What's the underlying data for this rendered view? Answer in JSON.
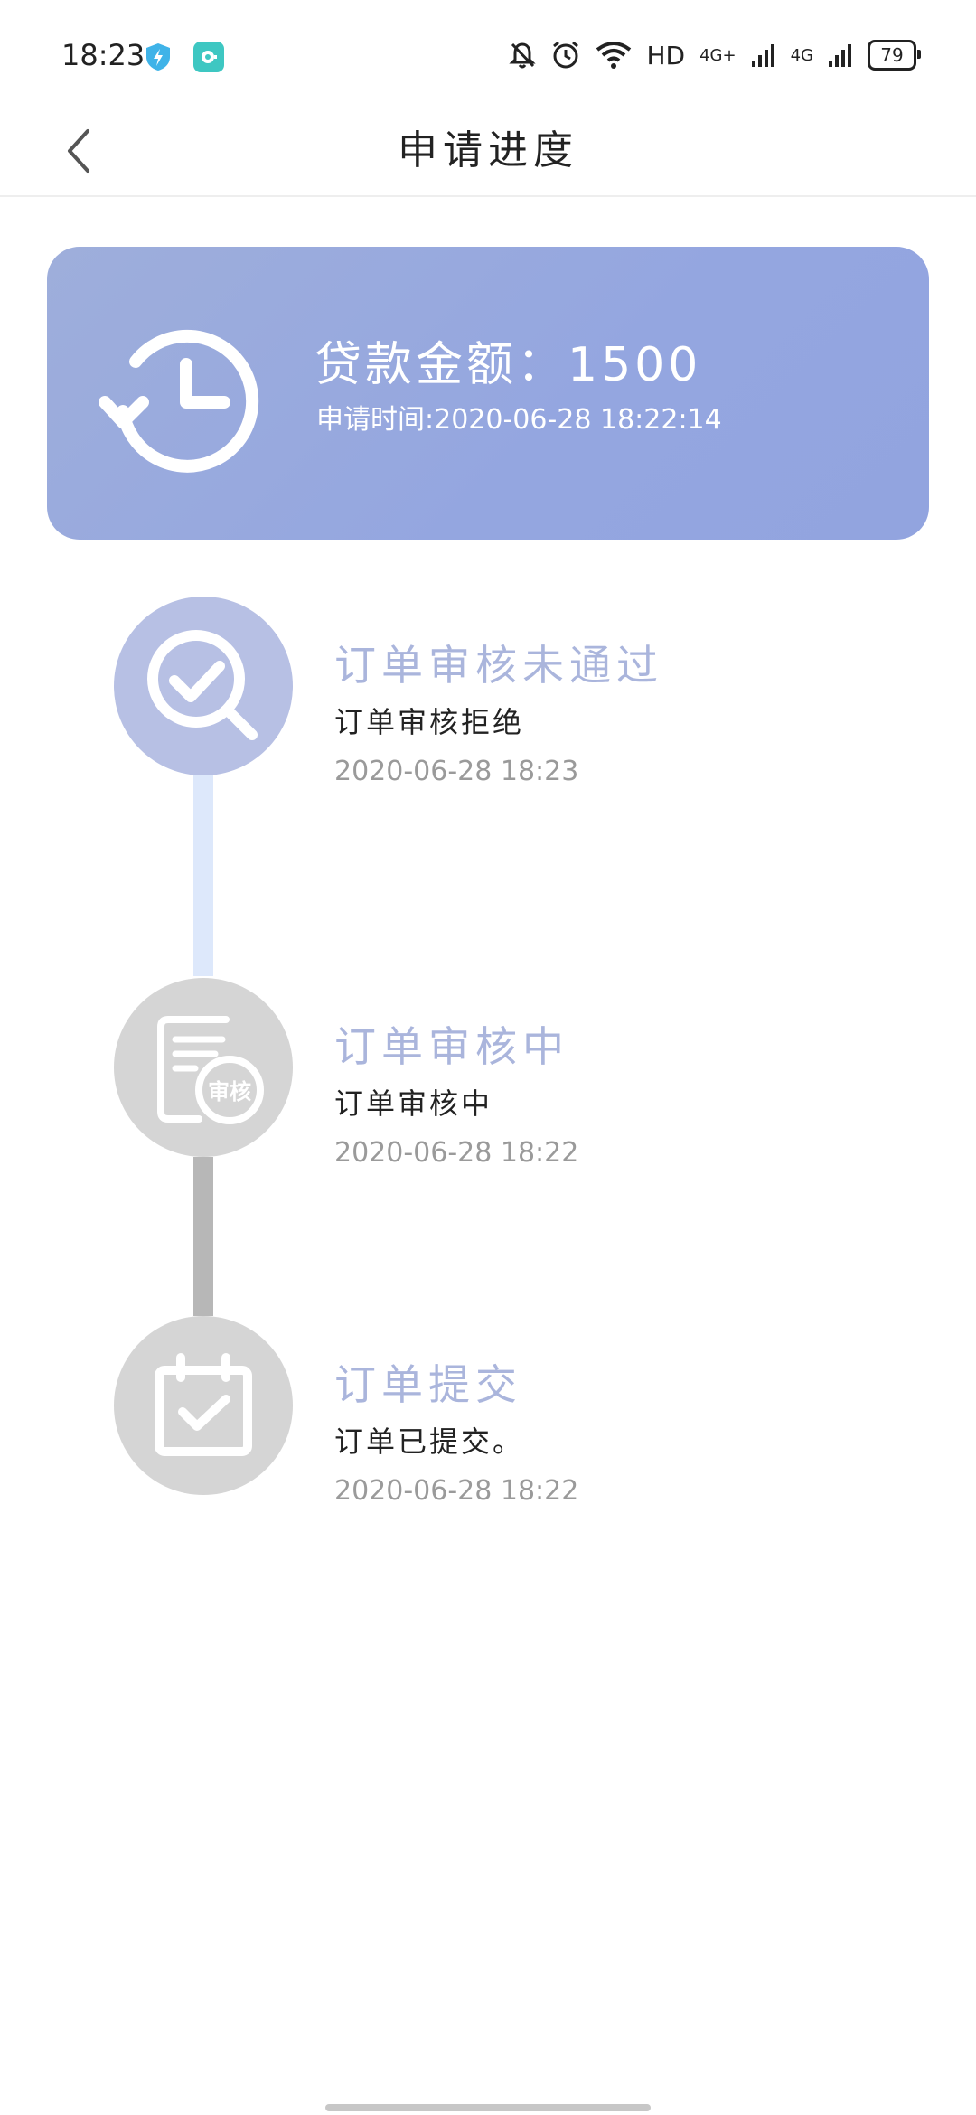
{
  "status_bar": {
    "time": "18:23",
    "hd_label": "HD",
    "net1": "4G+",
    "net2": "4G",
    "battery": "79",
    "icons": [
      "shield-bolt-icon",
      "app-badge-icon",
      "mute-bell-icon",
      "alarm-icon",
      "wifi-icon",
      "signal-icon"
    ]
  },
  "header": {
    "title": "申请进度",
    "back_icon": "chevron-left-icon"
  },
  "summary": {
    "amount_text": "贷款金额：1500",
    "apply_time_text": "申请时间:2020-06-28 18:22:14",
    "icon": "history-clock-icon"
  },
  "steps": [
    {
      "title": "订单审核未通过",
      "desc": "订单审核拒绝",
      "time": "2020-06-28 18:23",
      "icon": "search-check-icon",
      "state": "active"
    },
    {
      "title": "订单审核中",
      "desc": "订单审核中",
      "time": "2020-06-28 18:22",
      "icon": "document-review-icon",
      "icon_text": "审核",
      "state": "inactive"
    },
    {
      "title": "订单提交",
      "desc": "订单已提交。",
      "time": "2020-06-28 18:22",
      "icon": "calendar-check-icon",
      "state": "inactive"
    }
  ],
  "colors": {
    "card_gradient_start": "#9eaedb",
    "card_gradient_end": "#92a4df",
    "active_circle": "#b7c0e4",
    "inactive_circle": "#d5d5d5",
    "step_title": "#aab5dc",
    "line_active": "#dde8fb",
    "line_inactive": "#b7b7b7"
  }
}
